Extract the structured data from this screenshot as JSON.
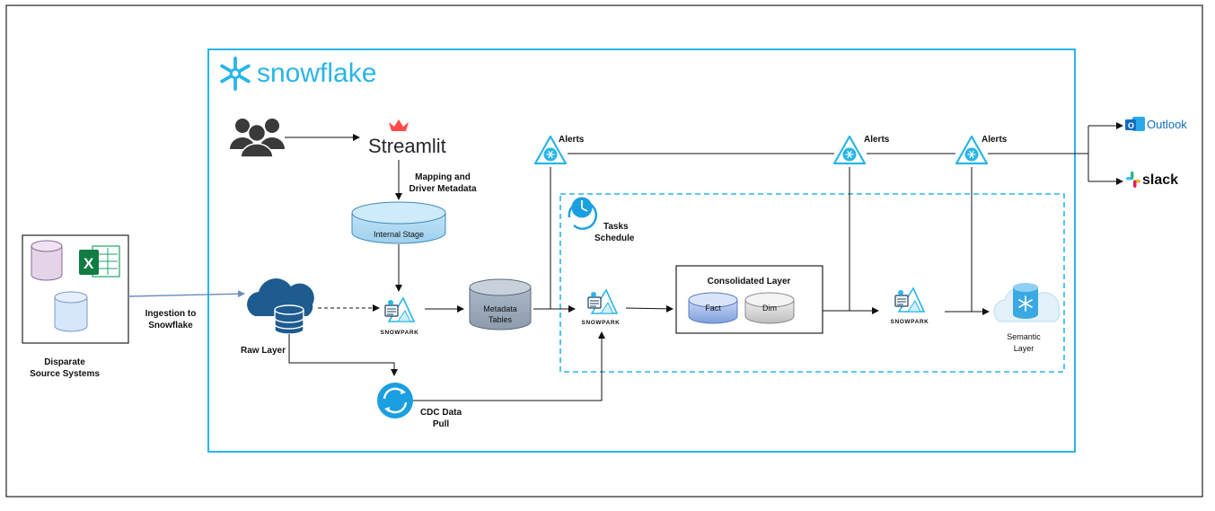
{
  "brand": {
    "name": "snowflake",
    "accent": "#29b5e8"
  },
  "sources": {
    "label_line1": "Disparate",
    "label_line2": "Source Systems"
  },
  "ingestion": {
    "label_line1": "Ingestion to",
    "label_line2": "Snowflake"
  },
  "streamlit": {
    "name": "Streamlit"
  },
  "mapping": {
    "label_line1": "Mapping and",
    "label_line2": "Driver Metadata"
  },
  "internal_stage": {
    "label": "Internal Stage"
  },
  "raw_layer": {
    "label": "Raw Layer"
  },
  "snowpark": {
    "label": "SNOWPARK"
  },
  "metadata_tables": {
    "label_line1": "Metadata",
    "label_line2": "Tables"
  },
  "tasks": {
    "label_line1": "Tasks",
    "label_line2": "Schedule"
  },
  "alerts": {
    "label": "Alerts"
  },
  "consolidated": {
    "title": "Consolidated Layer",
    "fact": "Fact",
    "dim": "Dim"
  },
  "semantic": {
    "label_line1": "Semantic",
    "label_line2": "Layer"
  },
  "cdc": {
    "label_line1": "CDC Data",
    "label_line2": "Pull"
  },
  "notifications": {
    "outlook": "Outlook",
    "slack": "slack"
  },
  "icons": [
    "users-icon",
    "excel-icon",
    "database-icon",
    "cloud-database-icon",
    "snowpark-icon",
    "alert-icon",
    "clock-icon",
    "sync-icon",
    "outlook-icon",
    "slack-icon",
    "streamlit-icon",
    "snowflake-logo-icon"
  ]
}
